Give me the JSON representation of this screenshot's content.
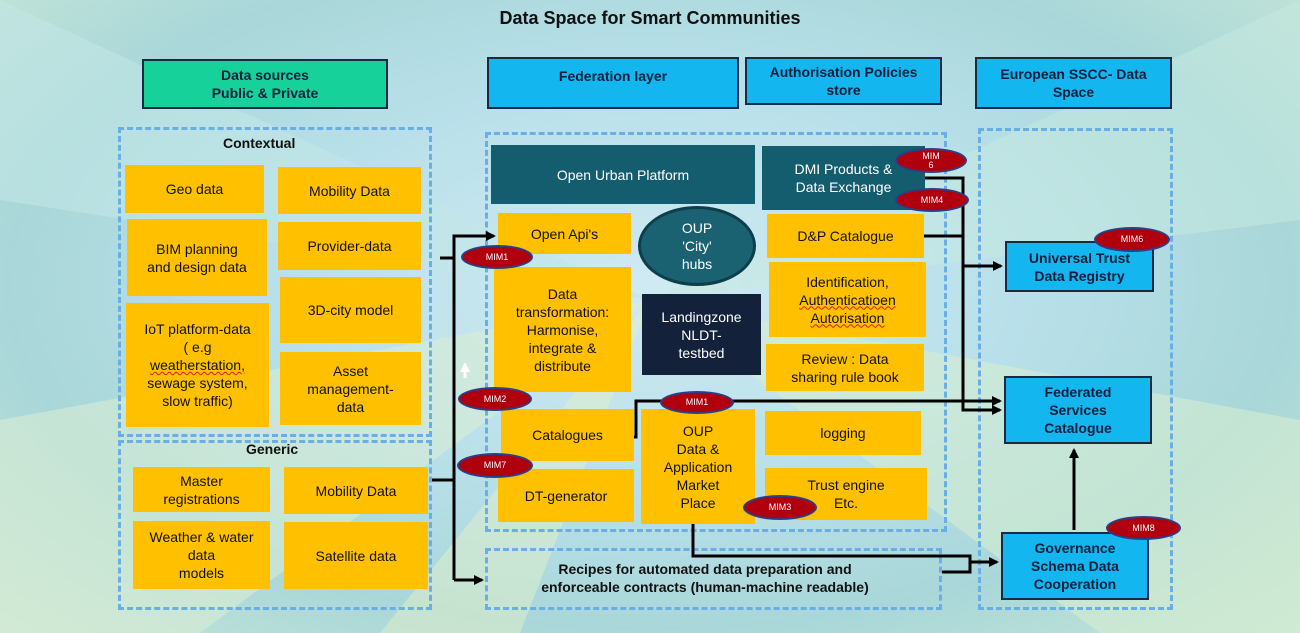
{
  "title": "Data Space for Smart Communities",
  "headers": {
    "sources": [
      "Data  sources",
      "Public & Private"
    ],
    "federation": "Federation layer",
    "policies": [
      "Authorisation Policies",
      "store"
    ],
    "european": [
      "European SSCC- Data",
      "Space"
    ]
  },
  "sections": {
    "contextual": "Contextual",
    "generic": "Generic"
  },
  "contextual_boxes": {
    "geo": "Geo data",
    "mobility": "Mobility Data",
    "bim": [
      "BIM planning",
      "and design data"
    ],
    "provider": "Provider-data",
    "city3d": "3D-city model",
    "iot": [
      "IoT platform-data",
      "( e.g",
      "weatherstation,",
      "sewage system,",
      "slow traffic)"
    ],
    "asset": [
      "Asset",
      "management-",
      "data"
    ]
  },
  "generic_boxes": {
    "master": [
      "Master",
      "registrations"
    ],
    "mobility": "Mobility Data",
    "weather": [
      "Weather & water",
      "data",
      "models"
    ],
    "satellite": "Satellite data"
  },
  "federation_boxes": {
    "oup": "Open Urban Platform",
    "dmi": [
      "DMI Products &",
      "Data  Exchange"
    ],
    "openapi": "Open Api's",
    "hubs": [
      "OUP",
      "'City'",
      "hubs"
    ],
    "dp_catalogue": "D&P Catalogue",
    "transform": [
      "Data",
      "transformation:",
      "Harmonise,",
      "integrate &",
      "distribute"
    ],
    "landing": [
      "Landingzone",
      "NLDT-",
      "testbed"
    ],
    "identification": [
      "Identification,",
      "Authenticatioen",
      "Autorisation"
    ],
    "review": [
      "Review : Data",
      "sharing rule book"
    ],
    "catalogues": "Catalogues",
    "marketplace": [
      "OUP",
      "Data &",
      "Application",
      "Market",
      "Place"
    ],
    "logging": "logging",
    "dtgen": "DT-generator",
    "trust": [
      "Trust engine",
      "Etc."
    ]
  },
  "european_boxes": {
    "registry": [
      "Universal Trust",
      "Data Registry"
    ],
    "federated": [
      "Federated",
      "Services",
      "Catalogue"
    ],
    "governance": [
      "Governance",
      "Schema Data",
      "Cooperation"
    ]
  },
  "recipes": [
    "Recipes for automated data preparation and",
    "enforceable contracts (human-machine readable)"
  ],
  "mim_badges": {
    "dmi_top": [
      "MIM",
      "6"
    ],
    "dmi_bottom": "MIM4",
    "registry": "MIM6",
    "openapi": "MIM1",
    "transform": "MIM2",
    "market_top": "MIM1",
    "dtgen": "MIM7",
    "market_bottom": "MIM3",
    "governance": "MIM8"
  },
  "colors": {
    "yellow": "#ffc000",
    "teal": "#145d6e",
    "navy": "#13213a",
    "sky": "#13b6ef",
    "green": "#16d19a",
    "mim_red": "#b0000e"
  }
}
